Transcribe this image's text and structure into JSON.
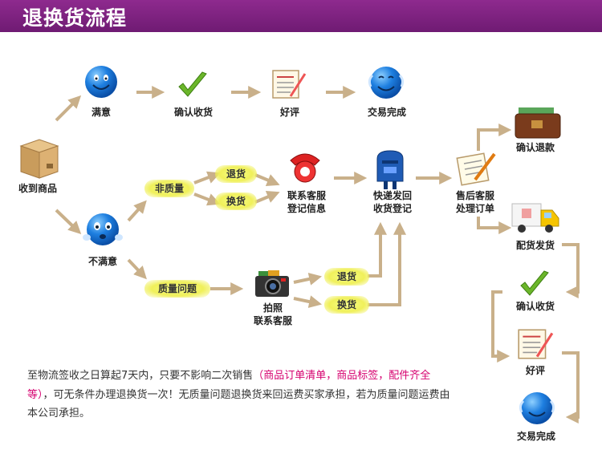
{
  "header": {
    "title": "退换货流程"
  },
  "colors": {
    "header_bg": "#7a2082",
    "arrow": "#c9b08a",
    "pill": "#f2f46a",
    "highlight": "#d6006f"
  },
  "nodes": {
    "receive_goods": "收到商品",
    "satisfied": "满意",
    "confirm_receipt": "确认收货",
    "good_review": "好评",
    "transaction_complete": "交易完成",
    "not_satisfied": "不满意",
    "contact_register_1": "联系客服",
    "contact_register_2": "登记信息",
    "express_1": "快递发回",
    "express_2": "收货登记",
    "aftersale_1": "售后客服",
    "aftersale_2": "处理订单",
    "photo_1": "拍照",
    "photo_2": "联系客服",
    "confirm_refund": "确认退款",
    "delivery": "配货发货",
    "confirm_receipt_2": "确认收货",
    "good_review_2": "好评",
    "transaction_complete_2": "交易完成"
  },
  "pills": {
    "non_quality": "非质量",
    "return_1": "退货",
    "exchange_1": "换货",
    "quality_issue": "质量问题",
    "return_2": "退货",
    "exchange_2": "换货"
  },
  "icons": [
    "box-icon",
    "smiley-blue-icon",
    "checkmark-icon",
    "review-notepad-icon",
    "telephone-icon",
    "mailbox-icon",
    "notepad-pen-icon",
    "sad-face-icon",
    "camera-icon",
    "wallet-icon",
    "delivery-truck-icon"
  ],
  "note": {
    "p1": "至物流签收之日算起7天内，只要不影响二次销售",
    "highlight": "（商品订单清单，商品标签，配件齐全等）",
    "p2": "，可无条件办理退换货一次！无质量问题退换货来回运费买家承担，若为质量问题运费由本公司承担。"
  }
}
